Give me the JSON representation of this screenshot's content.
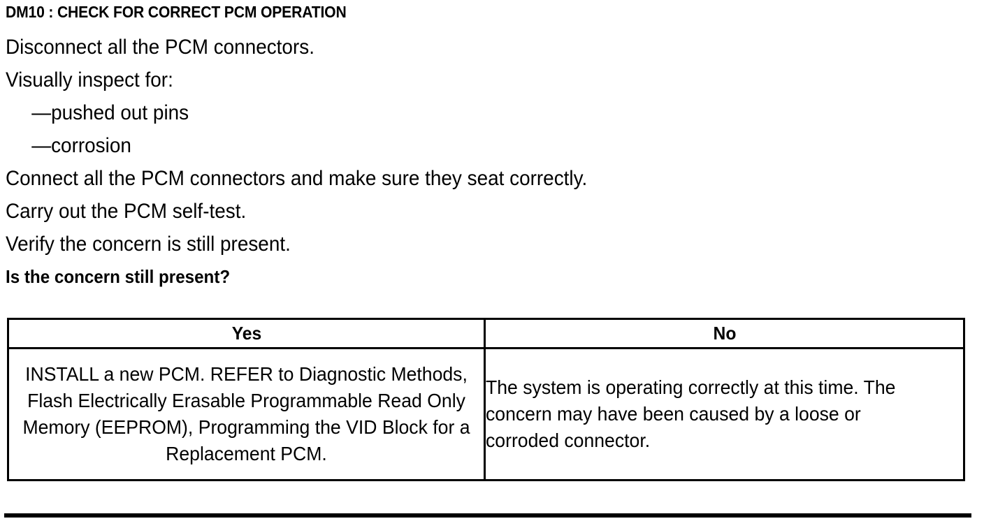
{
  "document": {
    "step_title": "DM10 : CHECK FOR CORRECT PCM OPERATION",
    "instructions": [
      {
        "text": "Disconnect all the PCM connectors.",
        "style": "normal"
      },
      {
        "text": "Visually inspect for:",
        "style": "normal"
      },
      {
        "text": "—pushed out pins",
        "style": "bullet"
      },
      {
        "text": "—corrosion",
        "style": "bullet"
      },
      {
        "text": "Connect all the PCM connectors and make sure they seat correctly.",
        "style": "normal"
      },
      {
        "text": "Carry out the PCM self-test.",
        "style": "normal"
      },
      {
        "text": "Verify the concern is still present.",
        "style": "normal"
      },
      {
        "text": "Is the concern still present?",
        "style": "bold"
      }
    ],
    "line_0": "Disconnect all the PCM connectors.",
    "line_1": "Visually inspect for:",
    "line_2": "—pushed out pins",
    "line_3": "—corrosion",
    "line_4": "Connect all the PCM connectors and make sure they seat correctly.",
    "line_5": "Carry out the PCM self-test.",
    "line_6": "Verify the concern is still present.",
    "line_7": "Is the concern still present?"
  },
  "decision_table": {
    "headers": {
      "yes": "Yes",
      "no": "No"
    },
    "cells": {
      "yes": "INSTALL a new PCM. REFER to Diagnostic Methods, Flash Electrically Erasable Programmable Read Only Memory (EEPROM), Programming the VID Block for a Replacement PCM.",
      "no": "The system is operating correctly at this time. The concern may have been caused by a loose or corroded connector."
    }
  },
  "colors": {
    "text": "#000000",
    "background": "#ffffff",
    "rule": "#000000"
  }
}
